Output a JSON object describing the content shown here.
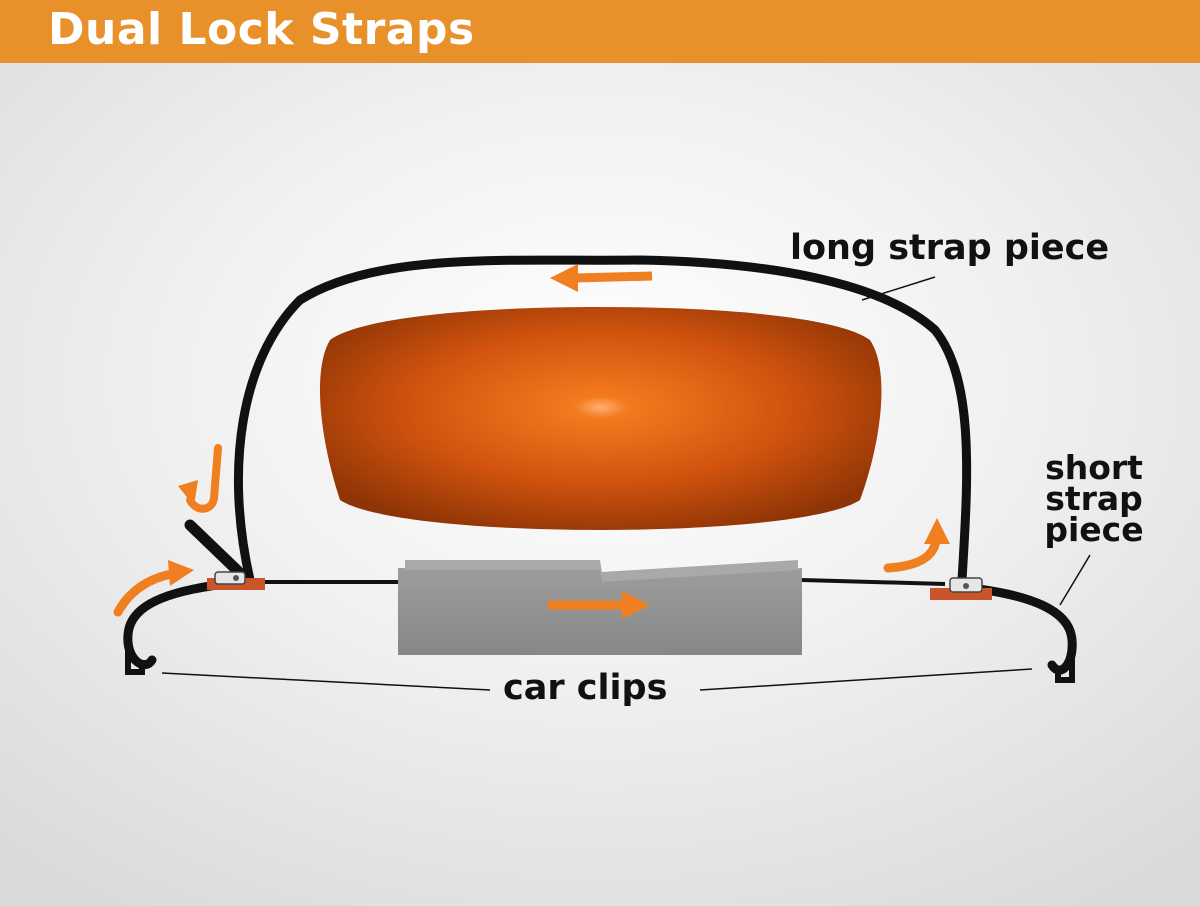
{
  "header": {
    "title": "Dual Lock Straps"
  },
  "labels": {
    "long_strap": "long strap piece",
    "short_strap_lines": [
      "short",
      "strap",
      "piece"
    ],
    "car_clips": "car clips"
  },
  "colors": {
    "header_bg": "#e8902a",
    "accent_orange": "#f07f22",
    "kayak": "#d2540e",
    "strap": "#111111",
    "crossbar": "#8c8c8c"
  }
}
